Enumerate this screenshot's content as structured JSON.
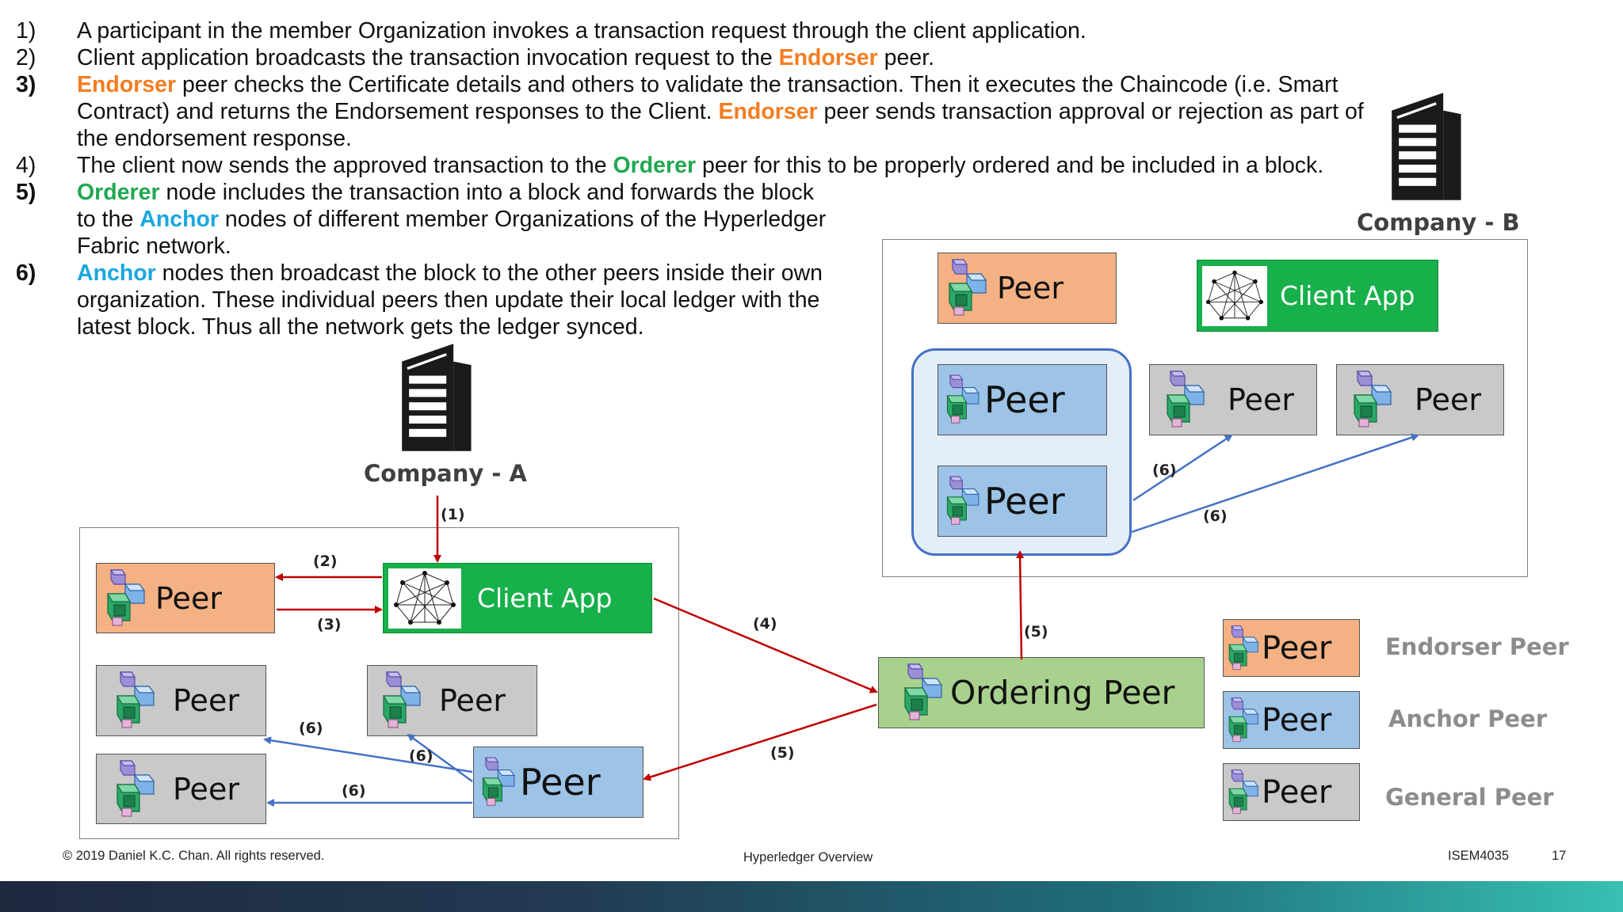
{
  "steps": [
    {
      "num": "1)",
      "bold": false,
      "segments": [
        {
          "text": "A participant in the member Organization invokes a transaction request through the client application.",
          "role": "plain"
        }
      ]
    },
    {
      "num": "2)",
      "bold": false,
      "segments": [
        {
          "text": "Client application broadcasts the transaction invocation request to the ",
          "role": "plain"
        },
        {
          "text": "Endorser",
          "role": "endorser"
        },
        {
          "text": " peer.",
          "role": "plain"
        }
      ]
    },
    {
      "num": "3)",
      "bold": true,
      "segments": [
        {
          "text": "Endorser",
          "role": "endorser"
        },
        {
          "text": " peer checks the Certificate details and others to validate the transaction. Then it executes the Chaincode (i.e. Smart Contract) and returns the Endorsement responses to the Client. ",
          "role": "plain"
        },
        {
          "text": "Endorser",
          "role": "endorser"
        },
        {
          "text": " peer sends transaction approval or rejection as part of the endorsement response.",
          "role": "plain"
        }
      ]
    },
    {
      "num": "4)",
      "bold": false,
      "segments": [
        {
          "text": "The client now sends the approved transaction to the ",
          "role": "plain"
        },
        {
          "text": "Orderer",
          "role": "orderer"
        },
        {
          "text": " peer for this to be properly ordered and be included in a block.",
          "role": "plain"
        }
      ]
    },
    {
      "num": "5)",
      "bold": true,
      "narrow": true,
      "segments": [
        {
          "text": "Orderer",
          "role": "orderer"
        },
        {
          "text": " node includes the transaction into a block and forwards the block to the ",
          "role": "plain"
        },
        {
          "text": "Anchor",
          "role": "anchor"
        },
        {
          "text": " nodes of different member Organizations of the Hyperledger Fabric network.",
          "role": "plain"
        }
      ]
    },
    {
      "num": "6)",
      "bold": true,
      "narrow": true,
      "segments": [
        {
          "text": "Anchor",
          "role": "anchor"
        },
        {
          "text": " nodes then broadcast the block to the other peers inside their own organization. These individual peers then update their local ledger with the latest block. Thus all the network gets the ledger synced.",
          "role": "plain"
        }
      ]
    }
  ],
  "colors": {
    "endorser": "#f47c20",
    "orderer": "#1fa84f",
    "anchor": "#1aa7e0",
    "endorser_peer": "#f4b183",
    "anchor_peer": "#9dc3e6",
    "general_peer": "#c9c9c9",
    "ordering_peer": "#a9d18e",
    "client_app": "#17b04a",
    "red_arrow": "#c00000",
    "blue_arrow": "#4472c4"
  },
  "icons": {
    "company": "office-building-icon",
    "peer": "stacked-cubes-icon",
    "client": "network-mesh-icon"
  },
  "company_a": {
    "label": "Company - A"
  },
  "company_b": {
    "label": "Company - B"
  },
  "nodes": {
    "peer_label": "Peer",
    "client_app_label": "Client App",
    "ordering_peer_label": "Ordering Peer"
  },
  "arrow_labels": {
    "s1": "(1)",
    "s2": "(2)",
    "s3": "(3)",
    "s4": "(4)",
    "s5": "(5)",
    "s6": "(6)"
  },
  "legend": {
    "endorser": "Endorser Peer",
    "anchor": "Anchor Peer",
    "general": "General Peer"
  },
  "footer": {
    "copyright": "© 2019  Daniel K.C. Chan. All rights reserved.",
    "center": "Hyperledger Overview",
    "course": "ISEM4035",
    "page": "17"
  }
}
